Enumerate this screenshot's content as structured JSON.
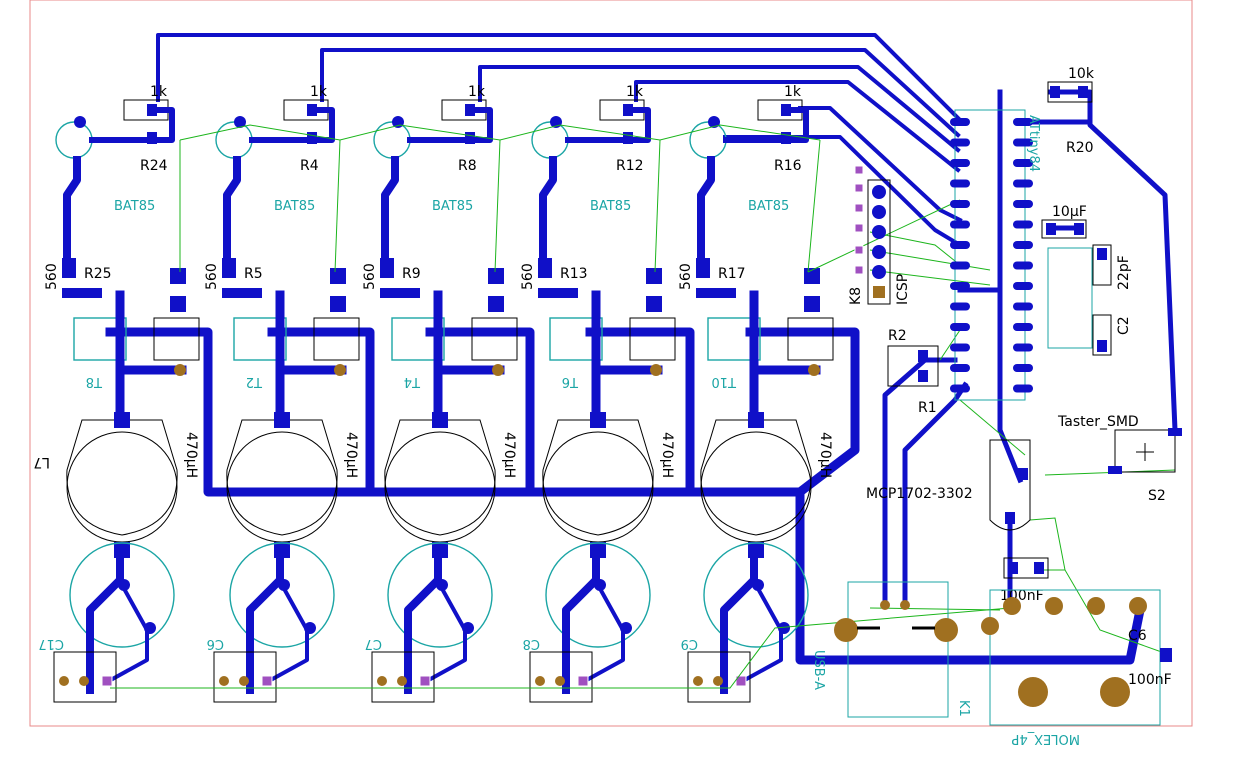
{
  "title": "",
  "colors": {
    "background": "#ffffff",
    "track": "#1010c8",
    "ratsnest": "#1cb51c",
    "silkscreen": "#000000",
    "silk_bottom": "#1ba5a5",
    "via": "#a050c0",
    "copper_hole": "#a07020",
    "board_edge": "#e88888"
  },
  "stages": [
    {
      "r_top": "1k",
      "r_top_ref": "R24",
      "r_mid_val": "560",
      "r_mid_ref": "R25",
      "diode_val": "BAT85",
      "t_ref": "T8",
      "cap_val": "470µH",
      "c_ref": "C17"
    },
    {
      "r_top": "1k",
      "r_top_ref": "R4",
      "r_mid_val": "560",
      "r_mid_ref": "R5",
      "diode_val": "BAT85",
      "t_ref": "T2",
      "cap_val": "470µH",
      "c_ref": "C6"
    },
    {
      "r_top": "1k",
      "r_top_ref": "R8",
      "r_mid_val": "560",
      "r_mid_ref": "R9",
      "diode_val": "BAT85",
      "t_ref": "T4",
      "cap_val": "470µH",
      "c_ref": "C7"
    },
    {
      "r_top": "1k",
      "r_top_ref": "R12",
      "r_mid_val": "560",
      "r_mid_ref": "R13",
      "diode_val": "BAT85",
      "t_ref": "T6",
      "cap_val": "470µH",
      "c_ref": "C8"
    },
    {
      "r_top": "1k",
      "r_top_ref": "R16",
      "r_mid_val": "560",
      "r_mid_ref": "R17",
      "diode_val": "BAT85",
      "t_ref": "T10",
      "cap_val": "470µH",
      "c_ref": "C9"
    }
  ],
  "labels": {
    "r20_val": "10k",
    "r20_ref": "R20",
    "c_10uf": "10µF",
    "c2_val": "22pF",
    "c2_ref": "C2",
    "r2": "R2",
    "r1": "R1",
    "k8": "K8",
    "icsp": "ICSP",
    "taster": "Taster_SMD",
    "s2": "S2",
    "mcp": "MCP1702-3302",
    "c100n_a": "100nF",
    "c100n_b": "100nF",
    "c6_ref": "C6",
    "k1": "K1",
    "usb": "USB-A",
    "molex": "MOLEX_4P",
    "l7": "L7"
  }
}
